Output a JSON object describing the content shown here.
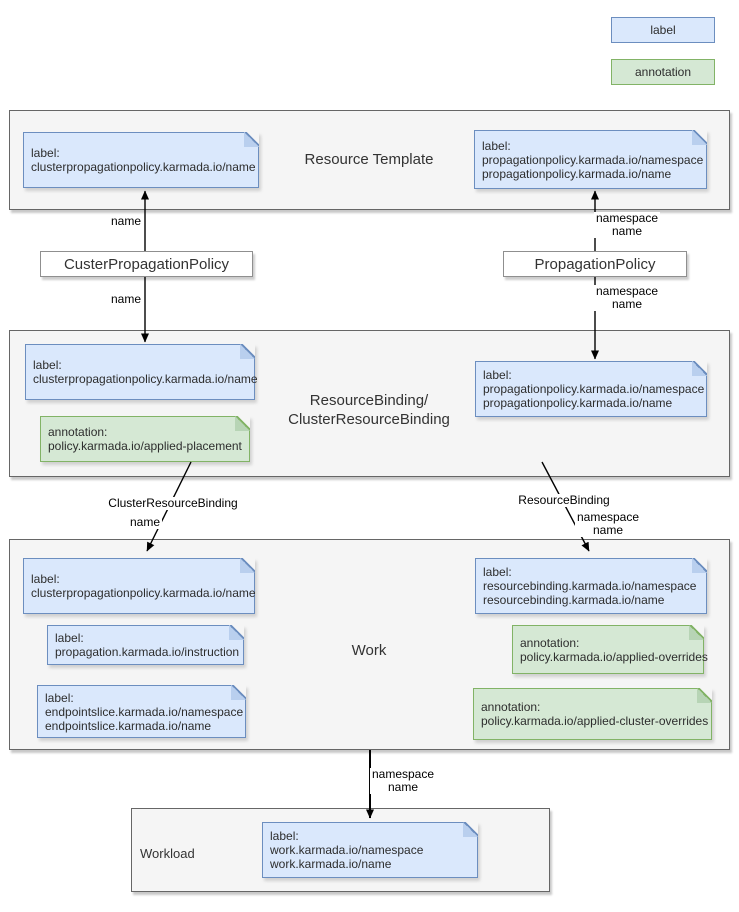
{
  "legend": {
    "label": "label",
    "annotation": "annotation"
  },
  "colors": {
    "label_fill": "#dae8fc",
    "label_stroke": "#6c8ebf",
    "annotation_fill": "#d5e8d4",
    "annotation_stroke": "#82b366",
    "container_fill": "#f5f5f5",
    "container_stroke": "#666666"
  },
  "containers": {
    "resource_template": {
      "title": "Resource Template"
    },
    "resource_binding": {
      "title_line1": "ResourceBinding/",
      "title_line2": "ClusterResourceBinding"
    },
    "work": {
      "title": "Work"
    },
    "workload": {
      "title": "Workload"
    }
  },
  "policy_boxes": {
    "cluster_propagation_policy": "CusterPropagationPolicy",
    "propagation_policy": "PropagationPolicy"
  },
  "notes": {
    "rt_left": {
      "kind": "label",
      "lines": [
        "label:",
        "clusterpropagationpolicy.karmada.io/name"
      ]
    },
    "rt_right": {
      "kind": "label",
      "lines": [
        "label:",
        "propagationpolicy.karmada.io/namespace",
        "propagationpolicy.karmada.io/name"
      ]
    },
    "rb_left": {
      "kind": "label",
      "lines": [
        "label:",
        "clusterpropagationpolicy.karmada.io/name"
      ]
    },
    "rb_annotation": {
      "kind": "annotation",
      "lines": [
        "annotation:",
        "policy.karmada.io/applied-placement"
      ]
    },
    "rb_right": {
      "kind": "label",
      "lines": [
        "label:",
        "propagationpolicy.karmada.io/namespace",
        "propagationpolicy.karmada.io/name"
      ]
    },
    "work_left_1": {
      "kind": "label",
      "lines": [
        "label:",
        "clusterpropagationpolicy.karmada.io/name"
      ]
    },
    "work_left_2": {
      "kind": "label",
      "lines": [
        "label:",
        "propagation.karmada.io/instruction"
      ]
    },
    "work_left_3": {
      "kind": "label",
      "lines": [
        "label:",
        "endpointslice.karmada.io/namespace",
        "endpointslice.karmada.io/name"
      ]
    },
    "work_right_1": {
      "kind": "label",
      "lines": [
        "label:",
        "resourcebinding.karmada.io/namespace",
        "resourcebinding.karmada.io/name"
      ]
    },
    "work_right_2": {
      "kind": "annotation",
      "lines": [
        "annotation:",
        "policy.karmada.io/applied-overrides"
      ]
    },
    "work_right_3": {
      "kind": "annotation",
      "lines": [
        "annotation:",
        "policy.karmada.io/applied-cluster-overrides"
      ]
    },
    "workload_label": {
      "kind": "label",
      "lines": [
        "label:",
        "work.karmada.io/namespace",
        "work.karmada.io/name"
      ]
    }
  },
  "edge_labels": {
    "cpp_to_template": "name",
    "cpp_to_binding": "name",
    "pp_to_template": [
      "namespace",
      "name"
    ],
    "pp_to_binding": [
      "namespace",
      "name"
    ],
    "crb_edge_type": "ClusterResourceBinding",
    "crb_edge_field": "name",
    "rb_edge_type": "ResourceBinding",
    "rb_edge_fields": [
      "namespace",
      "name"
    ],
    "work_to_workload": [
      "namespace",
      "name"
    ]
  }
}
